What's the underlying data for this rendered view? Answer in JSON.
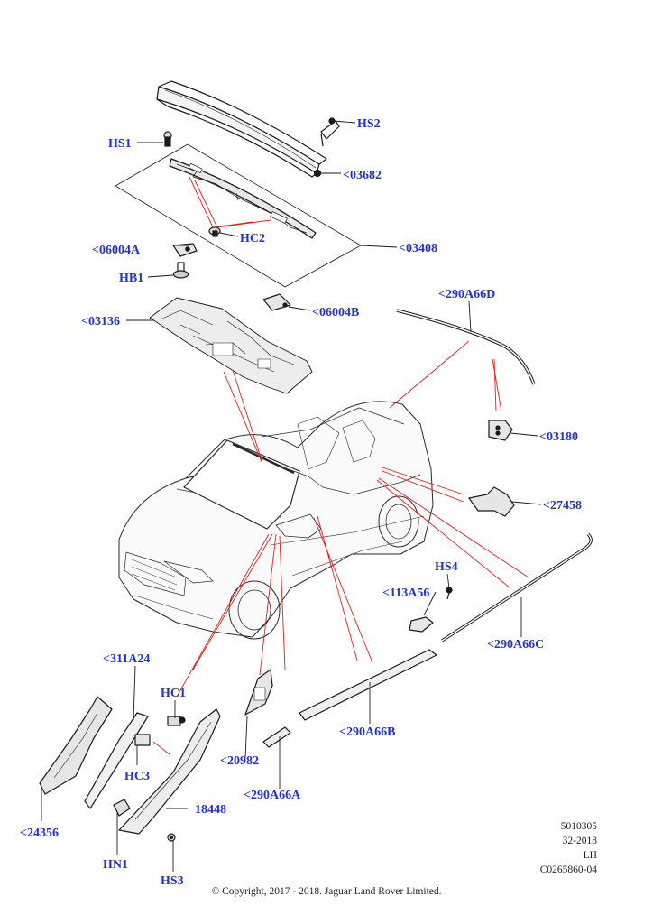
{
  "callouts": {
    "hs1": "HS1",
    "hs2": "HS2",
    "p03682": "<03682",
    "hc2": "HC2",
    "p06004a": "<06004A",
    "p03408": "<03408",
    "hb1": "HB1",
    "p06004b": "<06004B",
    "p03136": "<03136",
    "p290a66d": "<290A66D",
    "p03180": "<03180",
    "p27458": "<27458",
    "hs4": "HS4",
    "p113a56": "<113A56",
    "p290a66c": "<290A66C",
    "p311a24": "<311A24",
    "hc1": "HC1",
    "hc3": "HC3",
    "p20982": "<20982",
    "p290a66b": "<290A66B",
    "p18448": "18448",
    "p290a66a": "<290A66A",
    "p24356": "<24356",
    "hn1": "HN1",
    "hs3": "HS3"
  },
  "reference": {
    "code": "5010305",
    "date": "32-2018",
    "side": "LH",
    "illustration": "C0265860-04"
  },
  "copyright": "© Copyright, 2017 - 2018. Jaguar Land Rover Limited.",
  "colors": {
    "callout": "#2233cc",
    "leader": "#e21d1d",
    "line": "#1a1a1a"
  }
}
